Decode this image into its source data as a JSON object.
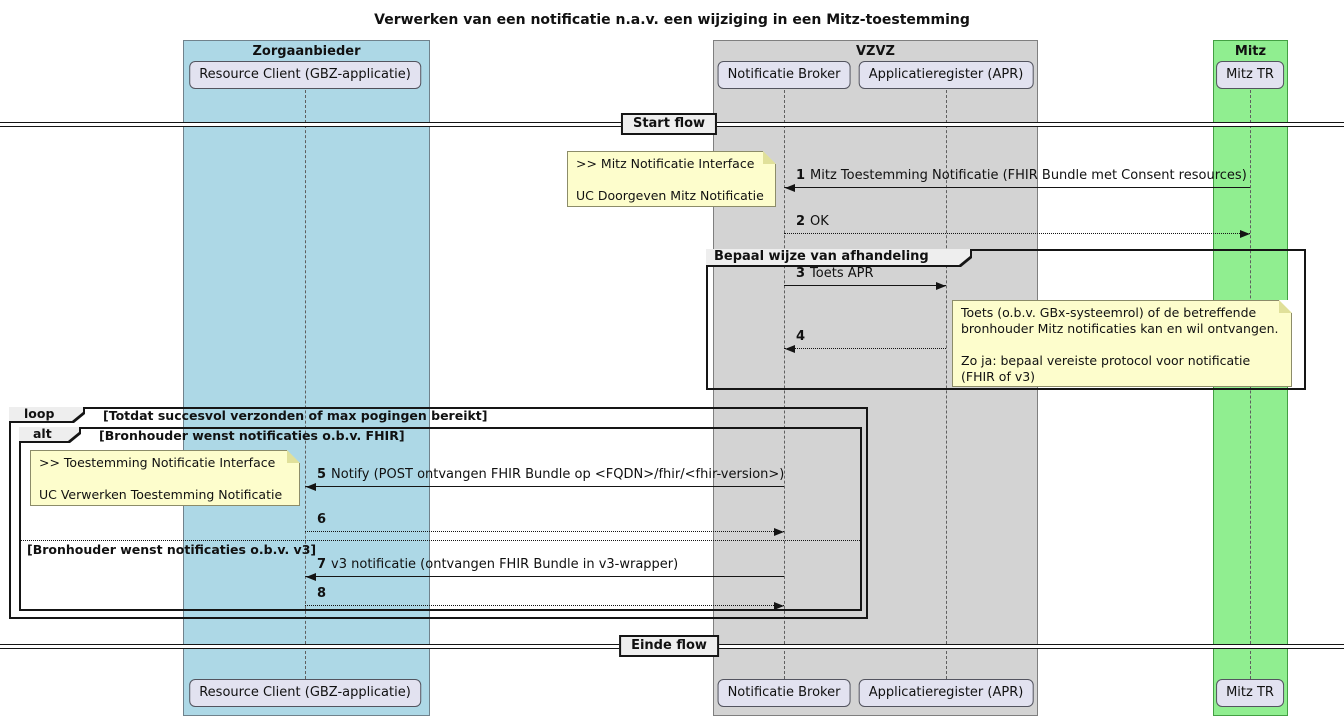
{
  "title": "Verwerken van een notificatie n.a.v. een wijziging in een Mitz-toestemming",
  "colors": {
    "lane_zorgaanbieder": "#ADD8E6",
    "lane_zorgaanbieder_border": "#70828C",
    "lane_vzvz": "#D3D3D3",
    "lane_vzvz_border": "#7F7F7F",
    "lane_mitz": "#90EE90",
    "lane_mitz_border": "#43A043",
    "participant_fill": "#E2E2F0",
    "participant_border": "#53545F",
    "note_fill": "#FDFDCC",
    "note_border": "#8C8C69",
    "note_fold": "#E0E09A",
    "frame_border": "#151515",
    "label_fill": "#EEEEEE",
    "arrow": "#151515"
  },
  "lanes": [
    {
      "name": "Zorgaanbieder",
      "color": "#ADD8E6",
      "border": "#70828C",
      "participants": [
        {
          "id": "resource-client",
          "label": "Resource Client (GBZ-applicatie)"
        }
      ]
    },
    {
      "name": "VZVZ",
      "color": "#D3D3D3",
      "border": "#7F7F7F",
      "participants": [
        {
          "id": "notificatie-broker",
          "label": "Notificatie Broker"
        },
        {
          "id": "applicatieregister",
          "label": "Applicatieregister (APR)"
        }
      ]
    },
    {
      "name": "Mitz",
      "color": "#90EE90",
      "border": "#43A043",
      "participants": [
        {
          "id": "mitz-tr",
          "label": "Mitz TR"
        }
      ]
    }
  ],
  "dividers": [
    {
      "label": "Start flow"
    },
    {
      "label": "Einde flow"
    }
  ],
  "frames": [
    {
      "label": "Bepaal wijze van afhandeling",
      "condition": ""
    },
    {
      "label": "loop",
      "condition": "[Totdat succesvol verzonden of max pogingen bereikt]"
    },
    {
      "label": "alt",
      "condition": "[Bronhouder wenst notificaties o.b.v. FHIR]",
      "else_label": "[Bronhouder wenst notificaties o.b.v. v3]"
    }
  ],
  "messages": [
    {
      "num": "1",
      "text": "Mitz Toestemming Notificatie (FHIR Bundle met Consent resources)",
      "from": "mitz-tr",
      "to": "notificatie-broker",
      "style": "solid"
    },
    {
      "num": "2",
      "text": "OK",
      "from": "notificatie-broker",
      "to": "mitz-tr",
      "style": "dotted"
    },
    {
      "num": "3",
      "text": "Toets APR",
      "from": "notificatie-broker",
      "to": "applicatieregister",
      "style": "solid"
    },
    {
      "num": "4",
      "text": "",
      "from": "applicatieregister",
      "to": "notificatie-broker",
      "style": "dotted"
    },
    {
      "num": "5",
      "text": "Notify (POST ontvangen FHIR Bundle op <FQDN>/fhir/<fhir-version>)",
      "from": "notificatie-broker",
      "to": "resource-client",
      "style": "solid"
    },
    {
      "num": "6",
      "text": "",
      "from": "resource-client",
      "to": "notificatie-broker",
      "style": "dotted"
    },
    {
      "num": "7",
      "text": "v3 notificatie (ontvangen FHIR Bundle in v3-wrapper)",
      "from": "notificatie-broker",
      "to": "resource-client",
      "style": "solid"
    },
    {
      "num": "8",
      "text": "",
      "from": "resource-client",
      "to": "notificatie-broker",
      "style": "dotted"
    }
  ],
  "notes": [
    {
      "lines": [
        ">> Mitz Notificatie Interface",
        "",
        "UC Doorgeven Mitz Notificatie"
      ]
    },
    {
      "lines": [
        "Toets (o.b.v. GBx-systeemrol) of de betreffende",
        "bronhouder Mitz notificaties kan en wil ontvangen.",
        "",
        "Zo ja: bepaal vereiste protocol voor notificatie",
        "(FHIR of v3)"
      ]
    },
    {
      "lines": [
        ">> Toestemming Notificatie Interface",
        "",
        "UC Verwerken Toestemming Notificatie"
      ]
    }
  ]
}
